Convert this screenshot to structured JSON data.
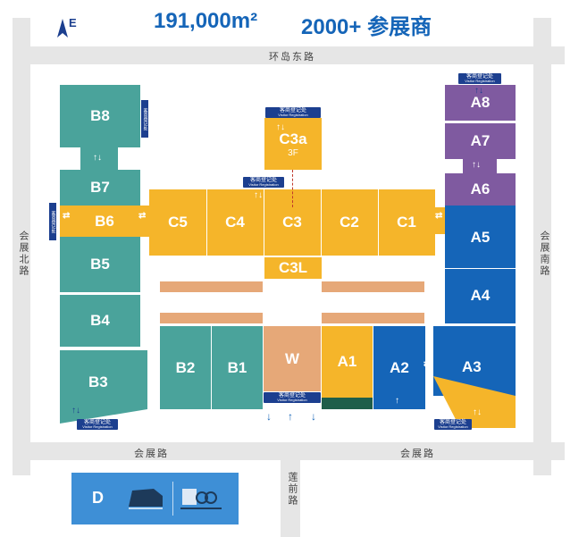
{
  "header": {
    "area": "191,000m²",
    "exhibitors": "2000+ 参展商",
    "compass_letter": "E"
  },
  "roads": {
    "top": "环岛东路",
    "left": "会展北路",
    "right": "会展南路",
    "bottom_left": "会展路",
    "bottom_right": "会展路",
    "bottom_vertical": "莲前路"
  },
  "halls": {
    "B8": "B8",
    "B7": "B7",
    "B6": "B6",
    "B5": "B5",
    "B4": "B4",
    "B3": "B3",
    "B2": "B2",
    "B1": "B1",
    "W": "W",
    "A1": "A1",
    "A2": "A2",
    "A3": "A3",
    "A4": "A4",
    "A5": "A5",
    "A6": "A6",
    "A7": "A7",
    "A8": "A8",
    "C1": "C1",
    "C2": "C2",
    "C3": "C3",
    "C4": "C4",
    "C5": "C5",
    "C3a": "C3a",
    "C3a_floor": "3F",
    "C3L": "C3L",
    "D": "D"
  },
  "registration": {
    "cn": "客商登记处",
    "en": "Visitor Registration"
  },
  "colors": {
    "teal": "#4aa39b",
    "yellow": "#f5b52a",
    "blue": "#1565b8",
    "purple": "#7f5aa0",
    "salmon": "#e6a878",
    "title_blue": "#1565b8"
  }
}
